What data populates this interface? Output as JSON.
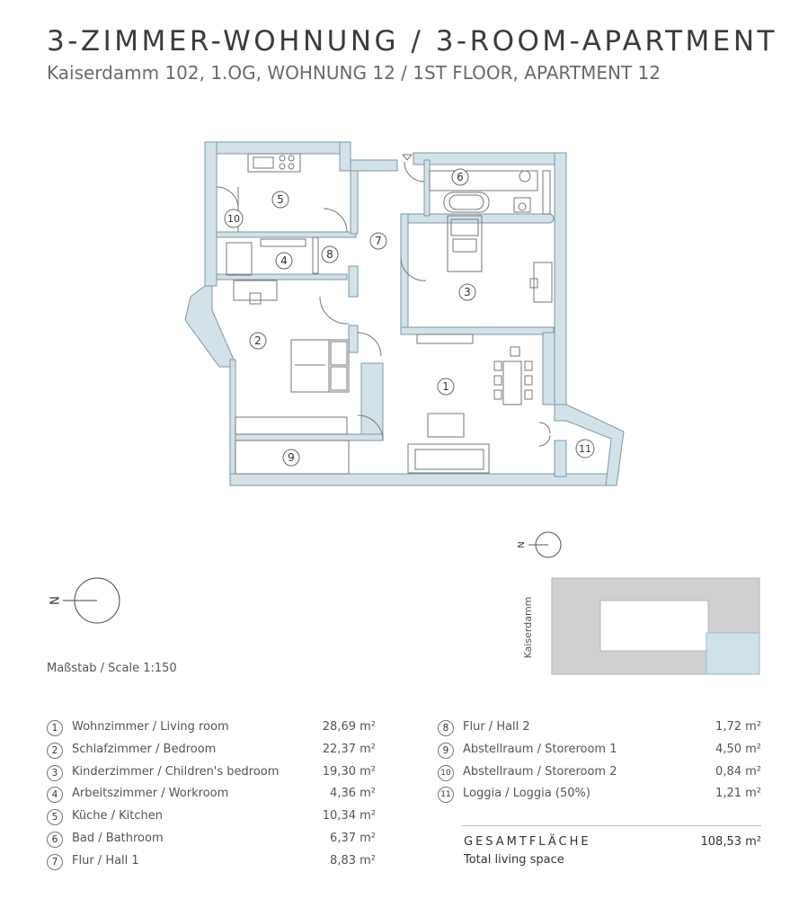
{
  "header": {
    "title": "3-ZIMMER-WOHNUNG / 3-ROOM-APARTMENT",
    "subtitle": "Kaiserdamm 102, 1.OG, WOHNUNG 12 / 1ST FLOOR, APARTMENT 12"
  },
  "plan": {
    "room_labels": [
      "1",
      "2",
      "3",
      "4",
      "5",
      "6",
      "7",
      "8",
      "9",
      "10",
      "11"
    ]
  },
  "compass": {
    "north_label": "N"
  },
  "site": {
    "street_label": "Kaiserdamm",
    "north_label": "N"
  },
  "scale": {
    "label": "Maßstab / Scale 1:150"
  },
  "rooms_left": [
    {
      "num": "1",
      "name": "Wohnzimmer / Living room",
      "area": "28,69 m²"
    },
    {
      "num": "2",
      "name": "Schlafzimmer / Bedroom",
      "area": "22,37 m²"
    },
    {
      "num": "3",
      "name": "Kinderzimmer / Children's bedroom",
      "area": "19,30 m²"
    },
    {
      "num": "4",
      "name": "Arbeitszimmer / Workroom",
      "area": "4,36 m²"
    },
    {
      "num": "5",
      "name": "Küche / Kitchen",
      "area": "10,34 m²"
    },
    {
      "num": "6",
      "name": "Bad / Bathroom",
      "area": "6,37 m²"
    },
    {
      "num": "7",
      "name": "Flur / Hall 1",
      "area": "8,83 m²"
    }
  ],
  "rooms_right": [
    {
      "num": "8",
      "name": "Flur / Hall 2",
      "area": "1,72 m²"
    },
    {
      "num": "9",
      "name": "Abstellraum / Storeroom 1",
      "area": "4,50 m²"
    },
    {
      "num": "10",
      "name": "Abstellraum / Storeroom 2",
      "area": "0,84 m²"
    },
    {
      "num": "11",
      "name": "Loggia / Loggia (50%)",
      "area": "1,21 m²"
    }
  ],
  "total": {
    "label": "GESAMTFLÄCHE",
    "value": "108,53 m²",
    "sublabel": "Total living space"
  },
  "colors": {
    "wall_fill": "#d3e1e8",
    "wall_stroke": "#7f97a3",
    "site_gray": "#cfd0d1",
    "site_highlight": "#cfe2ea",
    "line": "#666666"
  }
}
